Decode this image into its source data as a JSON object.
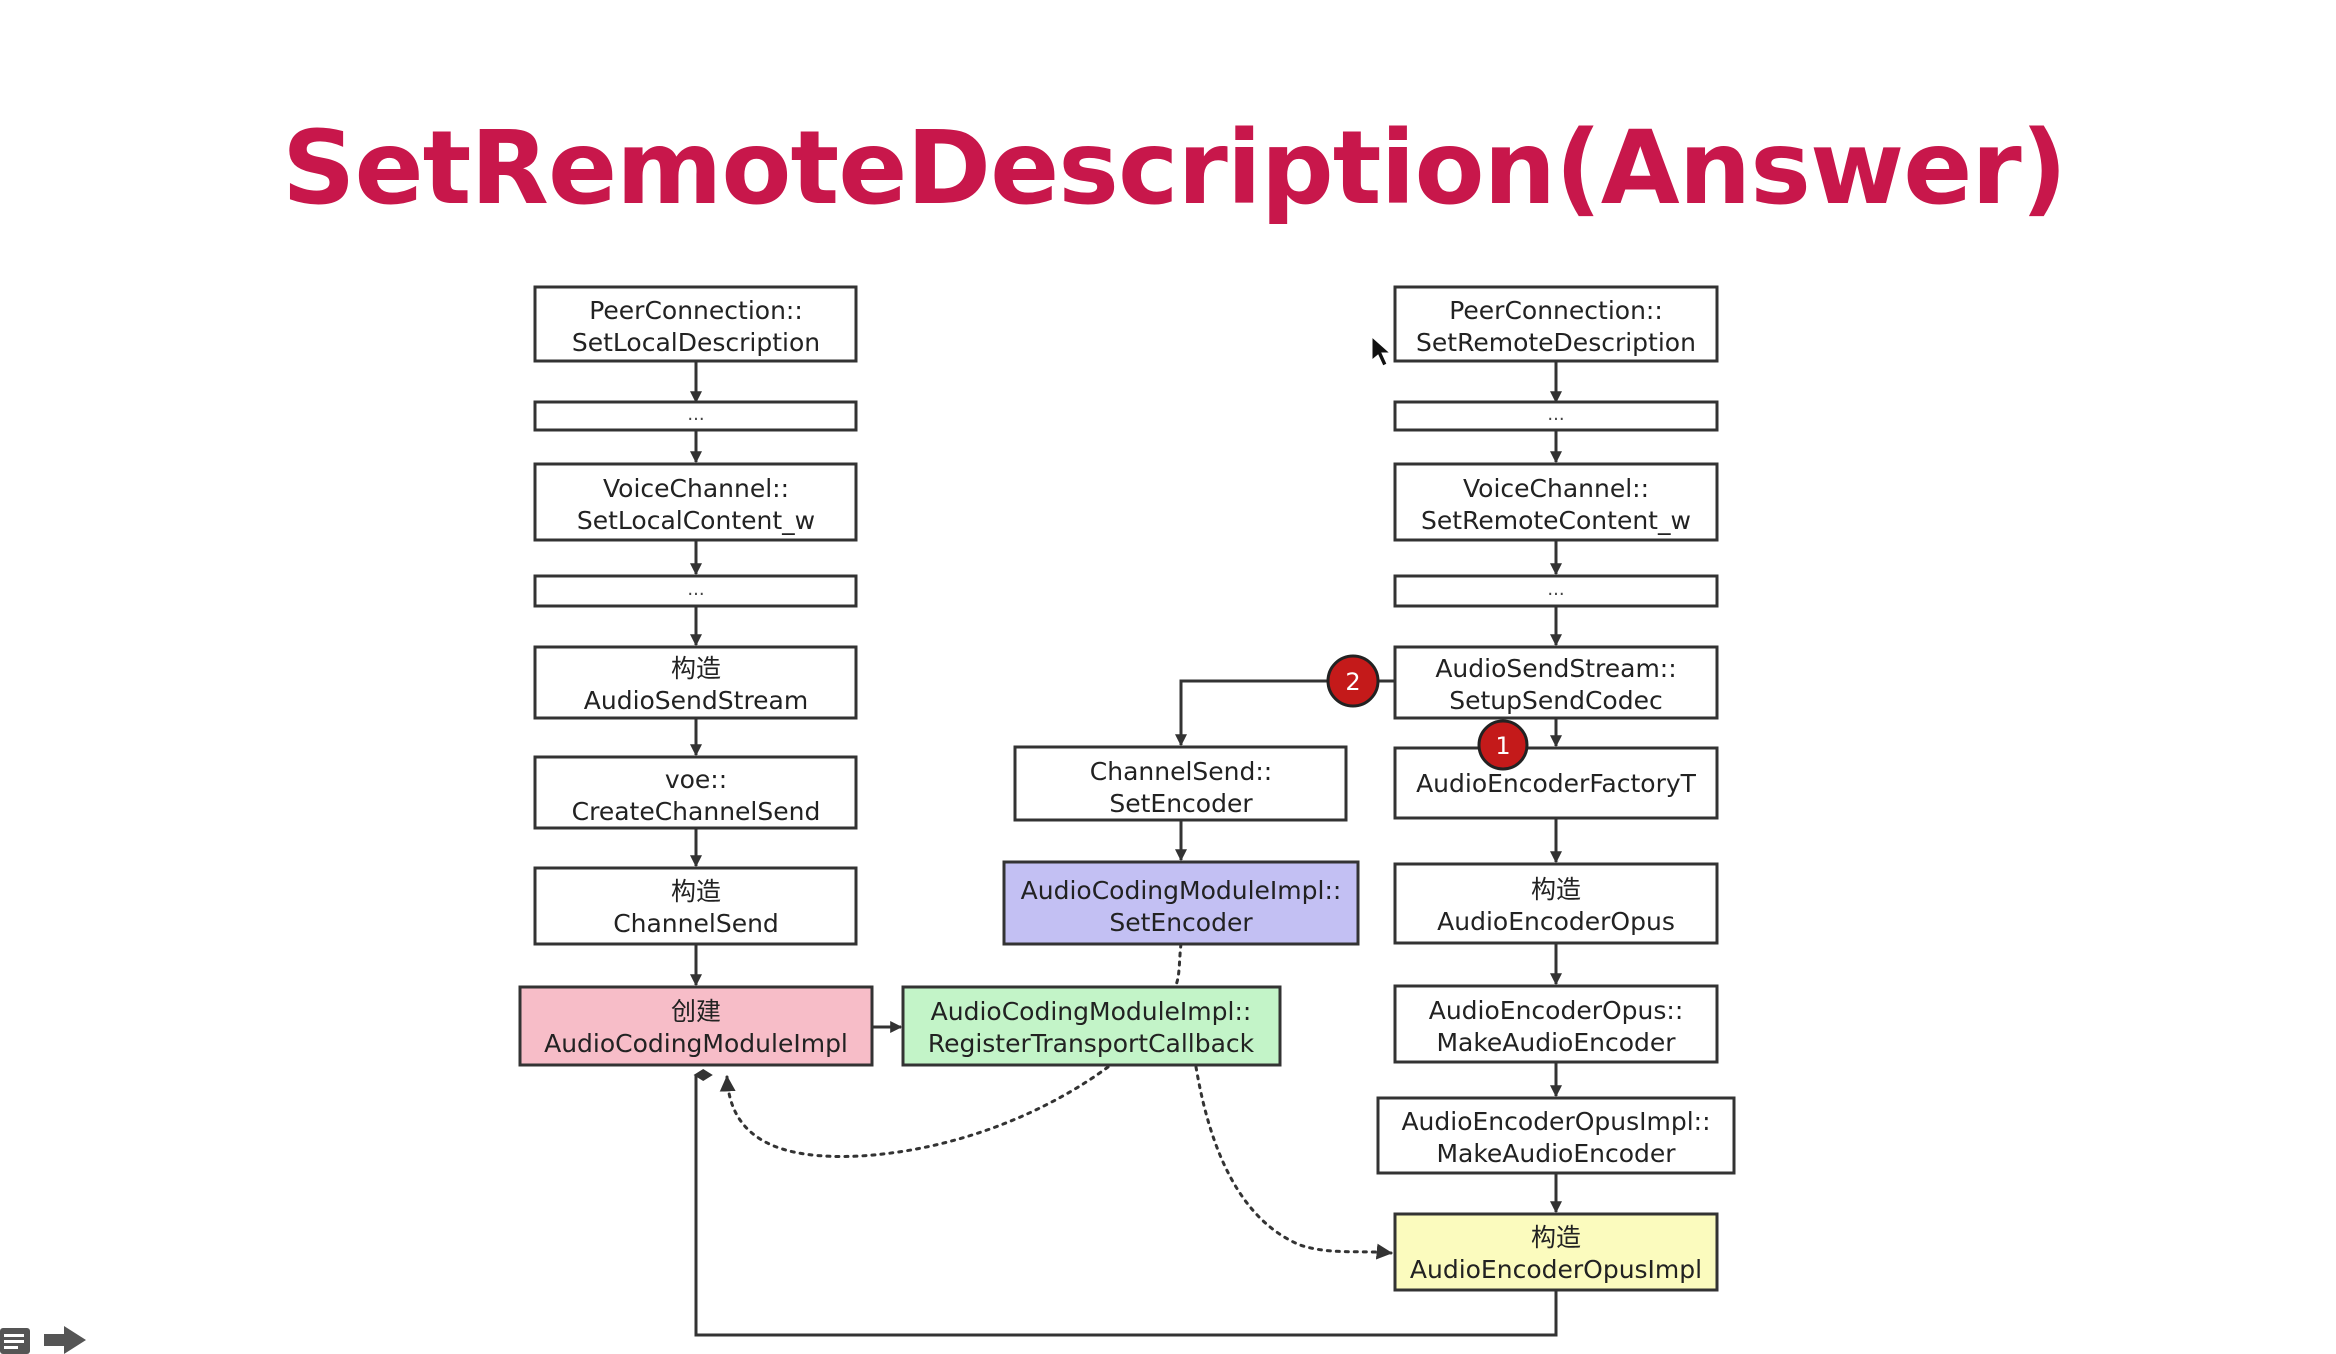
{
  "title": "SetRemoteDescription(Answer)",
  "colors": {
    "title": "#c8174b",
    "pink": "#f7bdc8",
    "green": "#c3f4c8",
    "purple": "#c3c0f3",
    "yellow": "#fbfbbe",
    "badge": "#c41a1a"
  },
  "nodes": {
    "pc_setlocal": {
      "line1": "PeerConnection::",
      "line2": "SetLocalDescription"
    },
    "left_dots1": {
      "line1": "..."
    },
    "vc_setlocal": {
      "line1": "VoiceChannel::",
      "line2": "SetLocalContent_w"
    },
    "left_dots2": {
      "line1": "..."
    },
    "construct_ass": {
      "line1": "构造",
      "line2": "AudioSendStream"
    },
    "voe_create": {
      "line1": "voe::",
      "line2": "CreateChannelSend"
    },
    "construct_cs": {
      "line1": "构造",
      "line2": "ChannelSend"
    },
    "create_acm": {
      "line1": "创建",
      "line2": "AudioCodingModuleImpl"
    },
    "acm_register": {
      "line1": "AudioCodingModuleImpl::",
      "line2": "RegisterTransportCallback"
    },
    "cs_setencoder": {
      "line1": "ChannelSend::",
      "line2": "SetEncoder"
    },
    "acm_setencoder": {
      "line1": "AudioCodingModuleImpl::",
      "line2": "SetEncoder"
    },
    "pc_setremote": {
      "line1": "PeerConnection::",
      "line2": "SetRemoteDescription"
    },
    "right_dots1": {
      "line1": "..."
    },
    "vc_setremote": {
      "line1": "VoiceChannel::",
      "line2": "SetRemoteContent_w"
    },
    "right_dots2": {
      "line1": "..."
    },
    "ass_setup": {
      "line1": "AudioSendStream::",
      "line2": "SetupSendCodec"
    },
    "aef": {
      "line1": "AudioEncoderFactoryT"
    },
    "construct_aeo": {
      "line1": "构造",
      "line2": "AudioEncoderOpus"
    },
    "aeo_make": {
      "line1": "AudioEncoderOpus::",
      "line2": "MakeAudioEncoder"
    },
    "aeoi_make": {
      "line1": "AudioEncoderOpusImpl::",
      "line2": "MakeAudioEncoder"
    },
    "construct_aeoi": {
      "line1": "构造",
      "line2": "AudioEncoderOpusImpl"
    }
  },
  "badges": {
    "one": "1",
    "two": "2"
  }
}
